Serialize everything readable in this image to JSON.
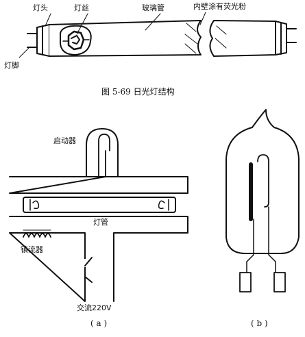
{
  "top_figure": {
    "labels": {
      "lamp_cap": "灯头",
      "filament": "灯丝",
      "glass_tube": "玻璃管",
      "phosphor_coating": "内壁涂有荧光粉",
      "lamp_pin": "灯脚"
    },
    "caption": "图 5-69    日光灯结构"
  },
  "circuit_a": {
    "labels": {
      "starter": "启动器",
      "tube": "灯管",
      "ballast": "镇流器",
      "supply": "交流220V"
    },
    "caption": "( a )"
  },
  "starter_b": {
    "caption": "( b )"
  }
}
